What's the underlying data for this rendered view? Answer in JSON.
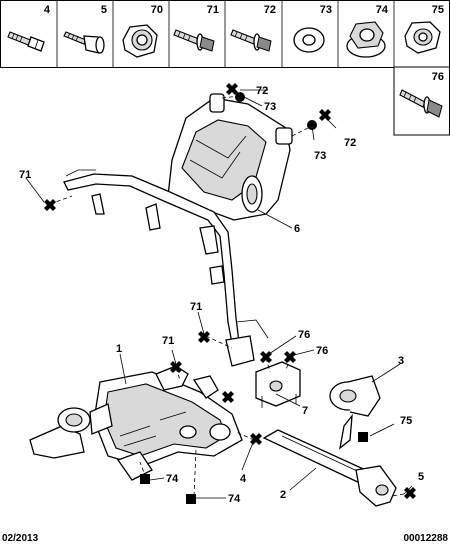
{
  "header_parts": [
    {
      "ref": "4",
      "icon": "bolt-icon"
    },
    {
      "ref": "5",
      "icon": "stud-bolt-icon"
    },
    {
      "ref": "70",
      "icon": "cap-nut-icon"
    },
    {
      "ref": "71",
      "icon": "flange-bolt-icon"
    },
    {
      "ref": "72",
      "icon": "flange-bolt-icon"
    },
    {
      "ref": "73",
      "icon": "washer-icon"
    },
    {
      "ref": "74",
      "icon": "flange-nut-icon"
    },
    {
      "ref": "75",
      "icon": "hex-nut-icon"
    }
  ],
  "side_part": {
    "ref": "76",
    "icon": "screw-icon"
  },
  "callouts": [
    "72",
    "73",
    "73",
    "72",
    "71",
    "6",
    "71",
    "76",
    "76",
    "71",
    "1",
    "3",
    "7",
    "75",
    "4",
    "2",
    "5",
    "74",
    "74"
  ],
  "footer": {
    "date": "02/2013",
    "code": "00012288"
  }
}
